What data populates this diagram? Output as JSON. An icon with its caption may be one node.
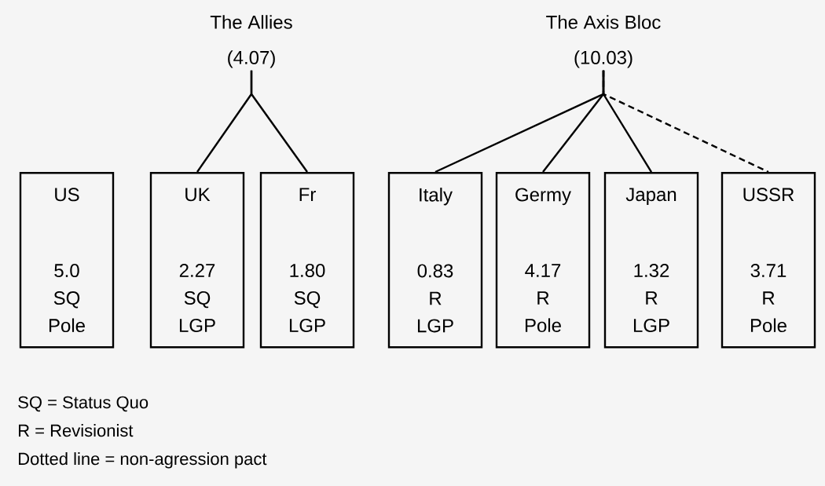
{
  "diagram": {
    "nodes": [
      {
        "text": [
          "The Allies",
          "(4.07)"
        ]
      },
      {
        "text": [
          "The Axis Bloc",
          "(10.03)"
        ]
      },
      {
        "text": [
          "US",
          "5.0 SQ Pole"
        ]
      },
      {
        "text": [
          "UK",
          "2.27 SQ LGP"
        ]
      },
      {
        "text": [
          "Fr",
          "1.80 SQ LGP"
        ]
      },
      {
        "text": [
          "Italy",
          "0.83 R LGP"
        ]
      },
      {
        "text": [
          "Germy",
          "4.17 R Pole"
        ]
      },
      {
        "text": [
          "Japan",
          "1.32 R LGP"
        ]
      },
      {
        "text": [
          "USSR",
          "3.71 R Pole"
        ]
      }
    ],
    "edges": [
      {
        "from": 0,
        "to": 3,
        "arrow": "none"
      },
      {
        "from": 0,
        "to": 4,
        "arrow": "none"
      },
      {
        "from": 1,
        "to": 5,
        "arrow": "none"
      },
      {
        "from": 1,
        "to": 6,
        "arrow": "none"
      },
      {
        "from": 1,
        "to": 7,
        "arrow": "none"
      },
      {
        "from": 1,
        "to": 8,
        "arrow": "none",
        "style": "dashed"
      }
    ],
    "labels": [
      "SQ = Status Quo",
      "R = Revisionist",
      "Dotted line = non-agression pact"
    ]
  }
}
